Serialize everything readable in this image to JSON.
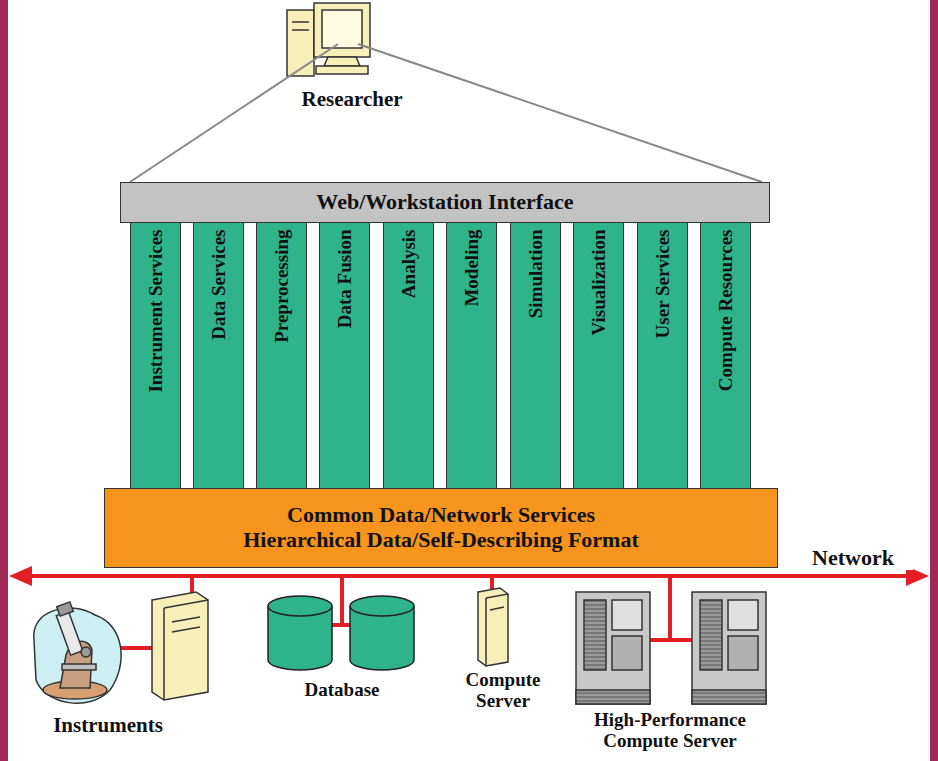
{
  "diagram": {
    "nodes": [
      {
        "text": [
          "Web/Workstation Interface"
        ]
      },
      {
        "text": [
          "Instrument Services"
        ]
      },
      {
        "text": [
          "Data Services"
        ]
      },
      {
        "text": [
          "Preprocessing"
        ]
      },
      {
        "text": [
          "Data Fusion"
        ]
      },
      {
        "text": [
          "Analysis"
        ]
      },
      {
        "text": [
          "Modeling"
        ]
      },
      {
        "text": [
          "Simulation"
        ]
      },
      {
        "text": [
          "Visualization"
        ]
      },
      {
        "text": [
          "User Services"
        ]
      },
      {
        "text": [
          "Compute Resources"
        ]
      },
      {
        "text": [
          "Common Data/Network Services",
          "Hierarchical Data/Self-Describing Format"
        ]
      }
    ],
    "labels": [
      "Researcher",
      "Network",
      "Instruments",
      "Database",
      "Compute Server",
      "High-Performance Compute Server"
    ]
  }
}
